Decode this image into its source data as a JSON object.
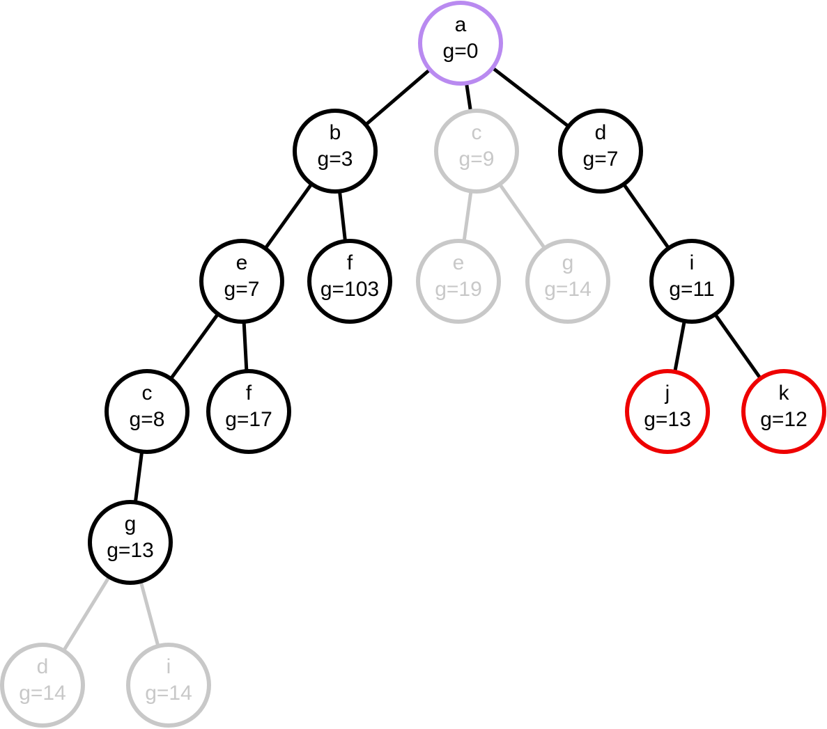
{
  "colors": {
    "expanded": "#000000",
    "pruned": "#c8c8c8",
    "root": "#b98af0",
    "frontier": "#ee0000"
  },
  "tree": {
    "nodes": [
      {
        "id": "n-a",
        "name": "a",
        "cost": "g=0",
        "status": "root"
      },
      {
        "id": "n-b",
        "name": "b",
        "cost": "g=3",
        "status": "expanded"
      },
      {
        "id": "n-c1",
        "name": "c",
        "cost": "g=9",
        "status": "pruned"
      },
      {
        "id": "n-d",
        "name": "d",
        "cost": "g=7",
        "status": "expanded"
      },
      {
        "id": "n-e",
        "name": "e",
        "cost": "g=7",
        "status": "expanded"
      },
      {
        "id": "n-f1",
        "name": "f",
        "cost": "g=103",
        "status": "expanded"
      },
      {
        "id": "n-e2",
        "name": "e",
        "cost": "g=19",
        "status": "pruned"
      },
      {
        "id": "n-g2",
        "name": "g",
        "cost": "g=14",
        "status": "pruned"
      },
      {
        "id": "n-i",
        "name": "i",
        "cost": "g=11",
        "status": "expanded"
      },
      {
        "id": "n-c",
        "name": "c",
        "cost": "g=8",
        "status": "expanded"
      },
      {
        "id": "n-f2",
        "name": "f",
        "cost": "g=17",
        "status": "expanded"
      },
      {
        "id": "n-j",
        "name": "j",
        "cost": "g=13",
        "status": "frontier"
      },
      {
        "id": "n-k",
        "name": "k",
        "cost": "g=12",
        "status": "frontier"
      },
      {
        "id": "n-g",
        "name": "g",
        "cost": "g=13",
        "status": "expanded"
      },
      {
        "id": "n-d2",
        "name": "d",
        "cost": "g=14",
        "status": "pruned"
      },
      {
        "id": "n-i2",
        "name": "i",
        "cost": "g=14",
        "status": "pruned"
      }
    ],
    "edges": [
      {
        "from": "n-a",
        "to": "n-b",
        "status": "expanded"
      },
      {
        "from": "n-a",
        "to": "n-c1",
        "status": "expanded"
      },
      {
        "from": "n-a",
        "to": "n-d",
        "status": "expanded"
      },
      {
        "from": "n-b",
        "to": "n-e",
        "status": "expanded"
      },
      {
        "from": "n-b",
        "to": "n-f1",
        "status": "expanded"
      },
      {
        "from": "n-c1",
        "to": "n-e2",
        "status": "pruned"
      },
      {
        "from": "n-c1",
        "to": "n-g2",
        "status": "pruned"
      },
      {
        "from": "n-d",
        "to": "n-i",
        "status": "expanded"
      },
      {
        "from": "n-e",
        "to": "n-c",
        "status": "expanded"
      },
      {
        "from": "n-e",
        "to": "n-f2",
        "status": "expanded"
      },
      {
        "from": "n-i",
        "to": "n-j",
        "status": "expanded"
      },
      {
        "from": "n-i",
        "to": "n-k",
        "status": "expanded"
      },
      {
        "from": "n-c",
        "to": "n-g",
        "status": "expanded"
      },
      {
        "from": "n-g",
        "to": "n-d2",
        "status": "pruned"
      },
      {
        "from": "n-g",
        "to": "n-i2",
        "status": "pruned"
      }
    ]
  }
}
